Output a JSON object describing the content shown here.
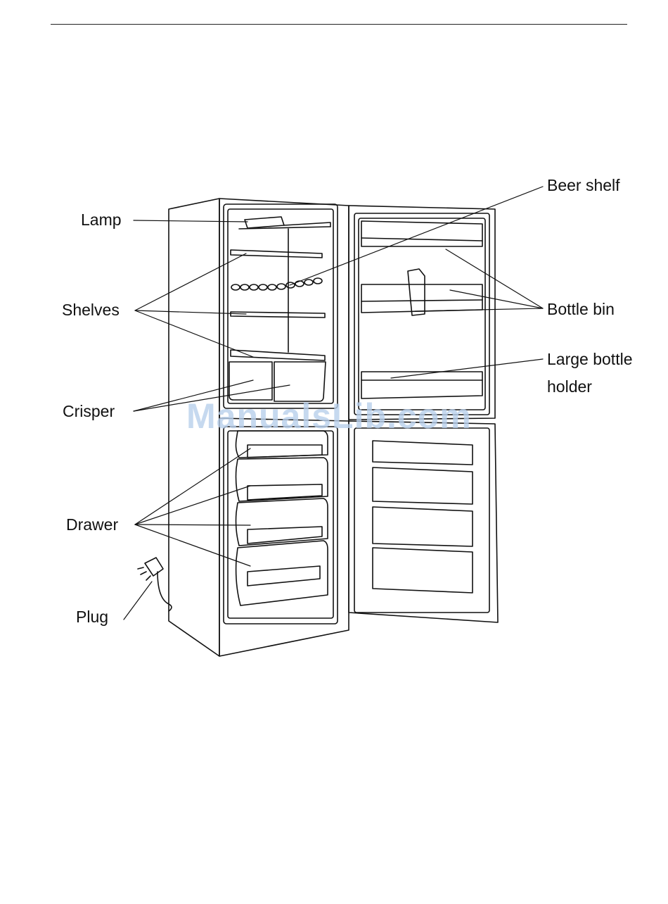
{
  "labels": {
    "lamp": "Lamp",
    "shelves": "Shelves",
    "crisper": "Crisper",
    "drawer": "Drawer",
    "plug": "Plug",
    "beer_shelf": "Beer shelf",
    "bottle_bin": "Bottle bin",
    "large_bottle_holder_line1": "Large bottle",
    "large_bottle_holder_line2": "holder"
  },
  "watermark": "ManualsLib.com",
  "colors": {
    "line": "#111111",
    "watermark": "#b9d0ec"
  }
}
